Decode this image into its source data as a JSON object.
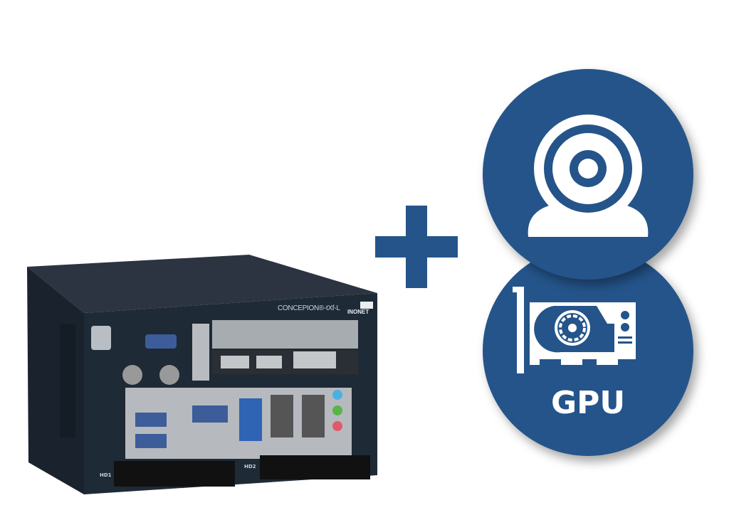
{
  "product": {
    "brand_text": "CONCEPION®-tXf-L",
    "logo_text": "INONET",
    "drive_labels": [
      "HD1",
      "HD2"
    ]
  },
  "icons": {
    "plus": "plus-icon",
    "camera": "webcam-icon",
    "gpu": "graphics-card-icon"
  },
  "gpu_label": "GPU",
  "colors": {
    "accent": "#24548a",
    "chassis": "#1e2a36"
  }
}
